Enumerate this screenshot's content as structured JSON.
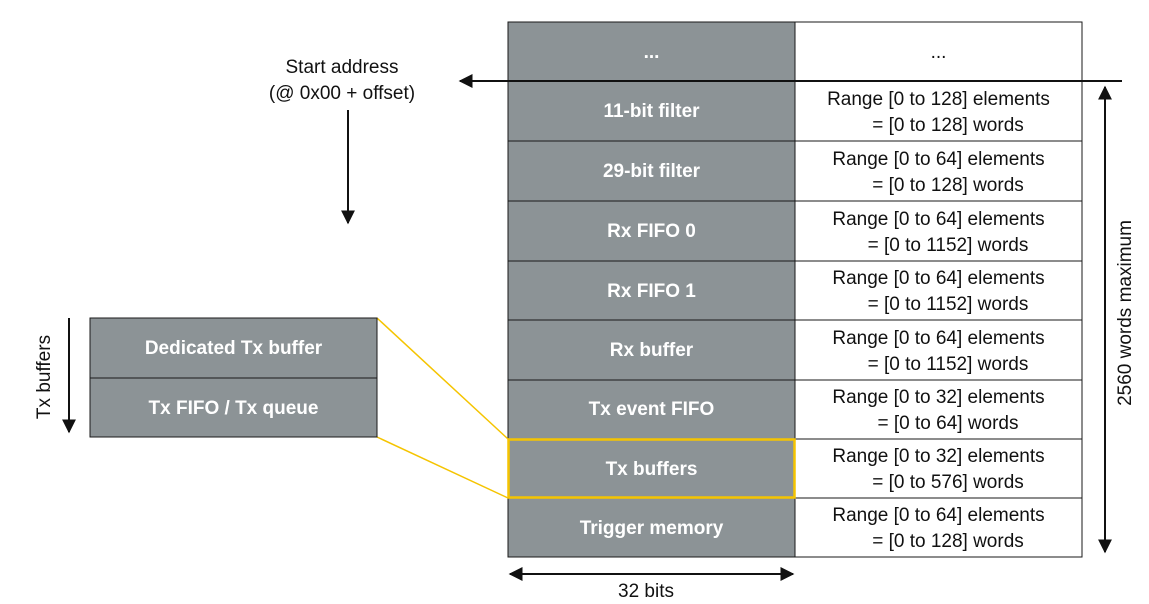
{
  "memory_map": {
    "rows": [
      {
        "section": "...",
        "size_line1": "...",
        "size_line2": ""
      },
      {
        "section": "11-bit filter",
        "size_line1": "Range [0 to 128] elements",
        "size_line2": "= [0 to 128] words"
      },
      {
        "section": "29-bit filter",
        "size_line1": "Range [0 to 64] elements",
        "size_line2": "= [0 to 128] words"
      },
      {
        "section": "Rx FIFO 0",
        "size_line1": "Range [0 to 64] elements",
        "size_line2": "= [0 to 1152] words"
      },
      {
        "section": "Rx FIFO 1",
        "size_line1": "Range [0 to 64] elements",
        "size_line2": "= [0 to 1152] words"
      },
      {
        "section": "Rx buffer",
        "size_line1": "Range [0 to 64] elements",
        "size_line2": "= [0 to 1152] words"
      },
      {
        "section": "Tx event FIFO",
        "size_line1": "Range [0 to 32] elements",
        "size_line2": "= [0 to 64] words"
      },
      {
        "section": "Tx buffers",
        "size_line1": "Range [0 to 32] elements",
        "size_line2": "= [0 to 576] words"
      },
      {
        "section": "Trigger memory",
        "size_line1": "Range [0 to 64] elements",
        "size_line2": "= [0 to 128] words"
      }
    ],
    "highlighted_row": 7
  },
  "start_address": {
    "line1": "Start address",
    "line2": "(@ 0x00 + offset)"
  },
  "total_size_label": "2560 words maximum",
  "width_label": "32 bits",
  "tx_buffers": {
    "label": "Tx buffers",
    "items": [
      "Dedicated Tx buffer",
      "Tx FIFO / Tx queue"
    ]
  },
  "colors": {
    "cell_fill": "#8c9396",
    "highlight": "#f5c400"
  }
}
